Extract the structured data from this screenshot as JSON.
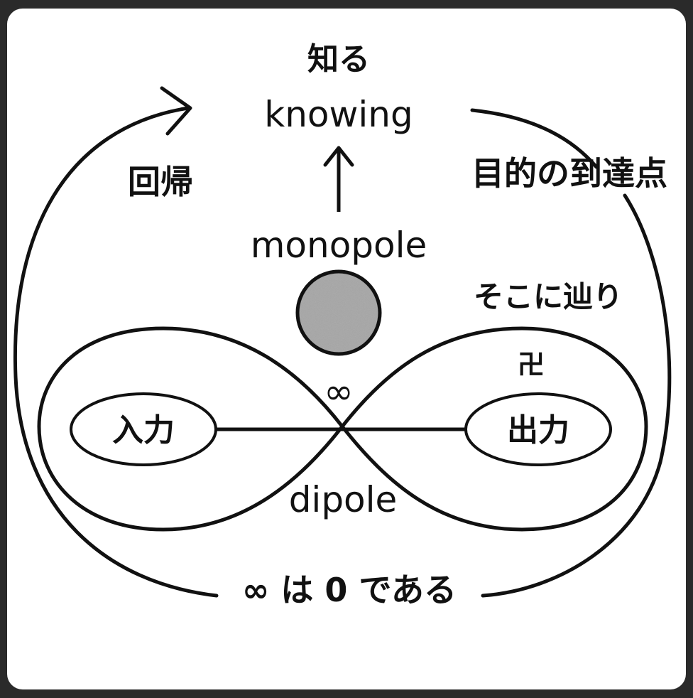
{
  "labels": {
    "shiru": "知る",
    "knowing": "knowing",
    "kaiki": "回帰",
    "mokuteki": "目的の到達点",
    "monopole": "monopole",
    "sokoni": "そこに辿り",
    "tsuku": "卍",
    "infinity": "∞",
    "nyuryoku": "入力",
    "shutsuryoku": "出力",
    "dipole": "dipole",
    "zero": "∞ は 0 である"
  },
  "colors": {
    "background": "#ffffff",
    "frame": "#2a2a2a",
    "stroke": "#111111",
    "monopole_fill": "#a6a6a6"
  },
  "icons": {
    "cycle_arrow": "chevron-right-icon",
    "up_arrow": "arrow-up-icon"
  }
}
